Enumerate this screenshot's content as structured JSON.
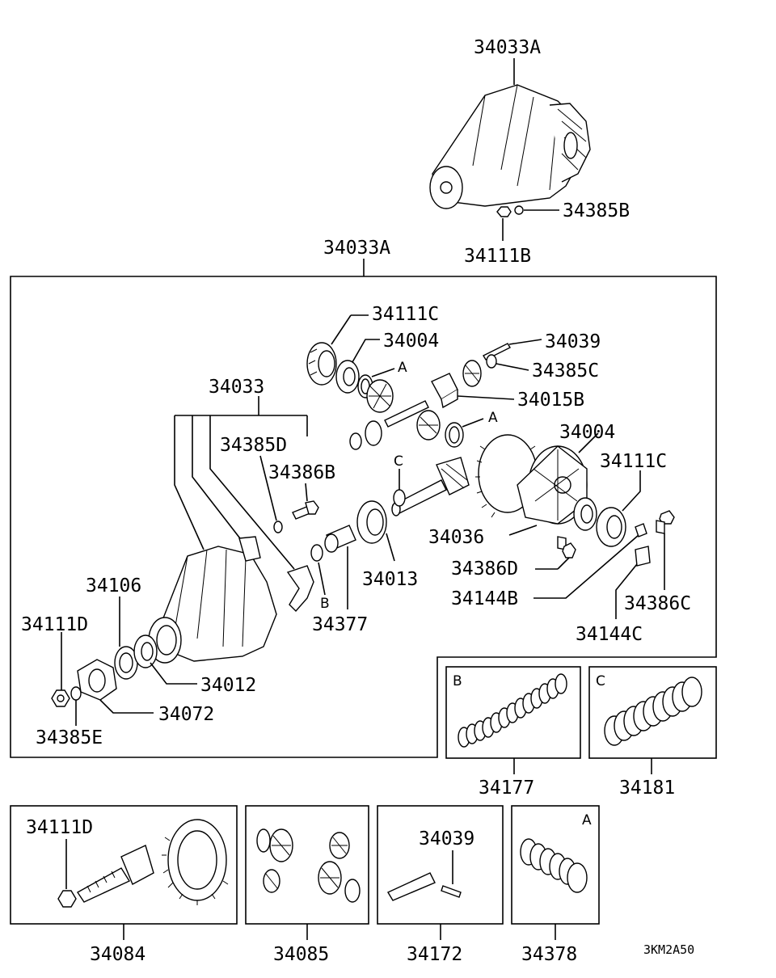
{
  "labels": {
    "top_assembly": "34033A",
    "top_washer": "34385B",
    "top_nut": "34111B",
    "main_assembly": "34033A",
    "bearing_left": "34111C",
    "race_left": "34004",
    "spacer_pin": "34039",
    "washer_c": "34385C",
    "block": "34015B",
    "housing": "34033",
    "washer_d": "34385D",
    "bolt_b": "34386B",
    "race_right": "34004",
    "bearing_right": "34111C",
    "pinion_gear": "34036",
    "bolt_d": "34386D",
    "pinion_bearing": "34013",
    "collapsible_spacer": "34377",
    "bracket_b": "34144B",
    "bolt_c": "34386C",
    "bracket_c": "34144C",
    "oil_seal": "34106",
    "nut_d": "34111D",
    "bearing_front": "34012",
    "flange": "34072",
    "washer_e": "34385E",
    "kit_ring_gear_nut": "34111D",
    "kit_ring_gear": "34084",
    "kit_side_gears": "34085",
    "kit_pin_label": "34039",
    "kit_pin": "34172",
    "kit_shims_a": "34378",
    "kit_shims_b": "34177",
    "kit_shims_c": "34181",
    "drawing_code": "3KM2A50"
  },
  "callouts": {
    "a1": "A",
    "a2": "A",
    "b": "B",
    "c": "C",
    "box_b": "B",
    "box_c": "C",
    "box_a": "A"
  }
}
